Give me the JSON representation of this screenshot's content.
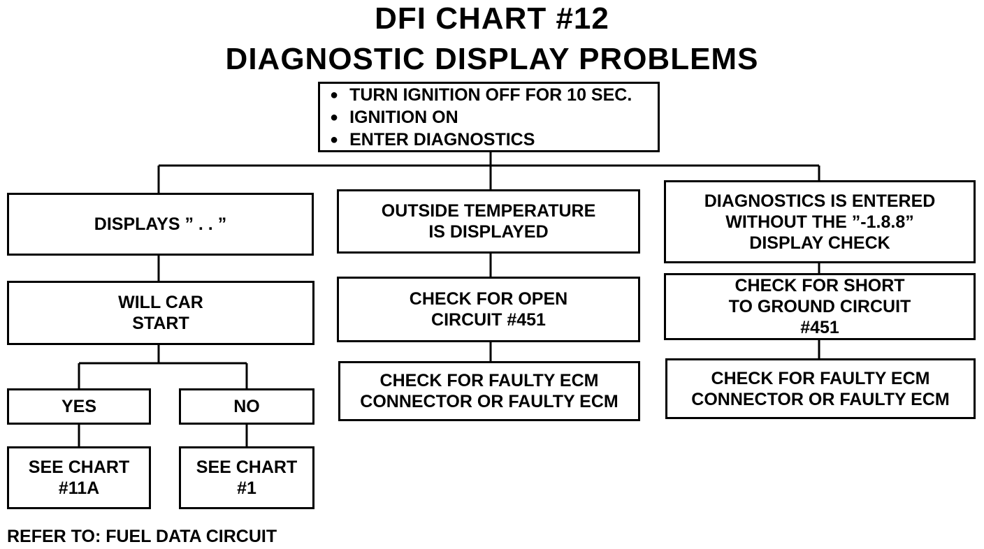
{
  "title": {
    "line1": "DFI CHART #12",
    "line2": "DIAGNOSTIC DISPLAY PROBLEMS"
  },
  "start_box": {
    "steps": [
      "TURN IGNITION OFF FOR 10 SEC.",
      "IGNITION ON",
      "ENTER DIAGNOSTICS"
    ]
  },
  "left_branch": {
    "condition": "DISPLAYS ” . . ”",
    "question": [
      "WILL CAR",
      "START"
    ],
    "yes": {
      "label": "YES",
      "action": [
        "SEE CHART",
        "#11A"
      ]
    },
    "no": {
      "label": "NO",
      "action": [
        "SEE CHART",
        "#1"
      ]
    }
  },
  "middle_branch": {
    "condition": [
      "OUTSIDE TEMPERATURE",
      "IS DISPLAYED"
    ],
    "check1": [
      "CHECK FOR OPEN",
      "CIRCUIT #451"
    ],
    "check2": [
      "CHECK FOR FAULTY ECM",
      "CONNECTOR OR FAULTY ECM"
    ]
  },
  "right_branch": {
    "condition": [
      "DIAGNOSTICS IS ENTERED",
      "WITHOUT THE ”-1.8.8”",
      "DISPLAY CHECK"
    ],
    "check1": [
      "CHECK FOR SHORT",
      "TO GROUND CIRCUIT",
      "#451"
    ],
    "check2": [
      "CHECK FOR FAULTY ECM",
      "CONNECTOR OR FAULTY ECM"
    ]
  },
  "footnote": "REFER TO: FUEL DATA CIRCUIT"
}
